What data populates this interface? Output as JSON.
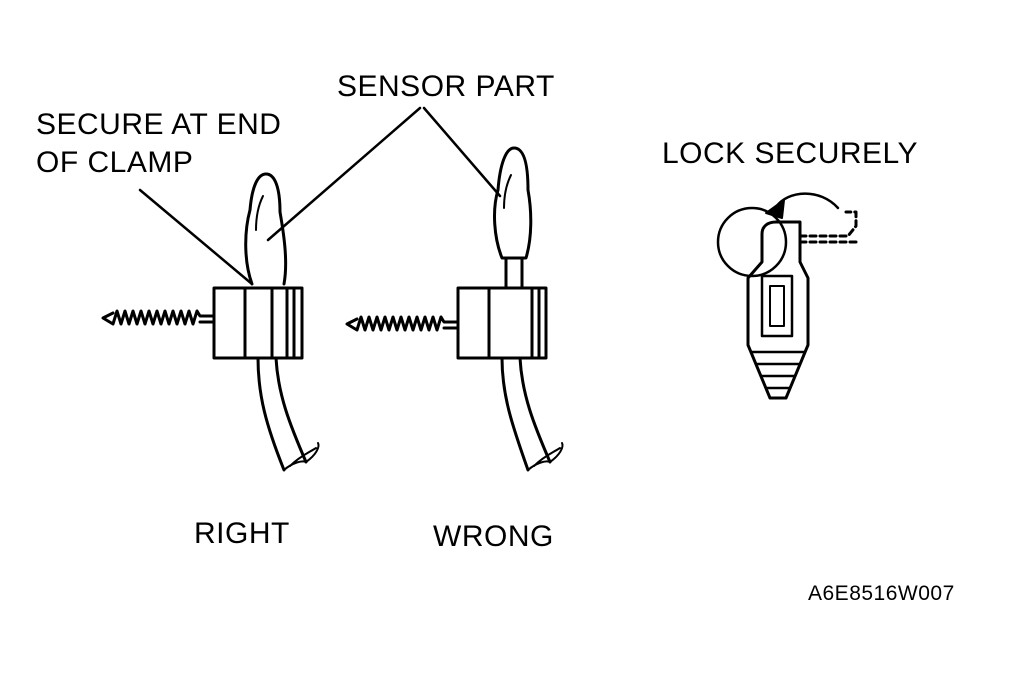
{
  "labels": {
    "sensor_part": "SENSOR PART",
    "secure_line1": "SECURE AT END",
    "secure_line2": "OF CLAMP",
    "lock_securely": "LOCK SECURELY",
    "right": "RIGHT",
    "wrong": "WRONG",
    "figure_code": "A6E8516W007"
  },
  "colors": {
    "ink": "#000000",
    "paper": "#ffffff"
  }
}
